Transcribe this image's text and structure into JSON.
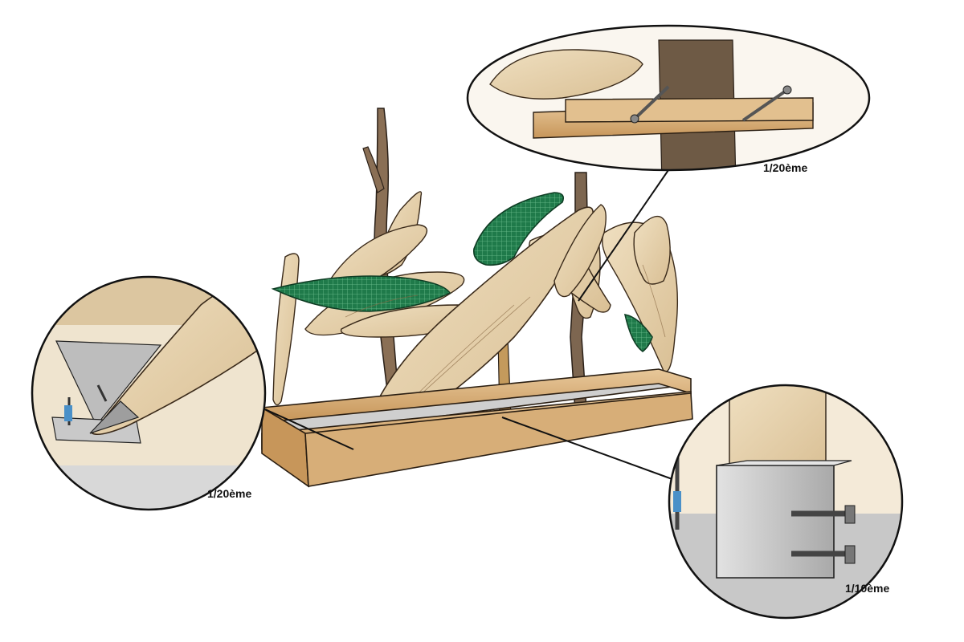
{
  "detail_callouts": [
    {
      "id": "top-right",
      "scale_label": "1/20ème"
    },
    {
      "id": "left",
      "scale_label": "1/20ème"
    },
    {
      "id": "bottom-right",
      "scale_label": "1/10ème"
    }
  ],
  "colors": {
    "wood": "#e6d2ad",
    "wood_dark": "#c49a5c",
    "grid_green": "#1f7a4a",
    "metal": "#c9c9c9",
    "outline": "#1a1a1a"
  }
}
